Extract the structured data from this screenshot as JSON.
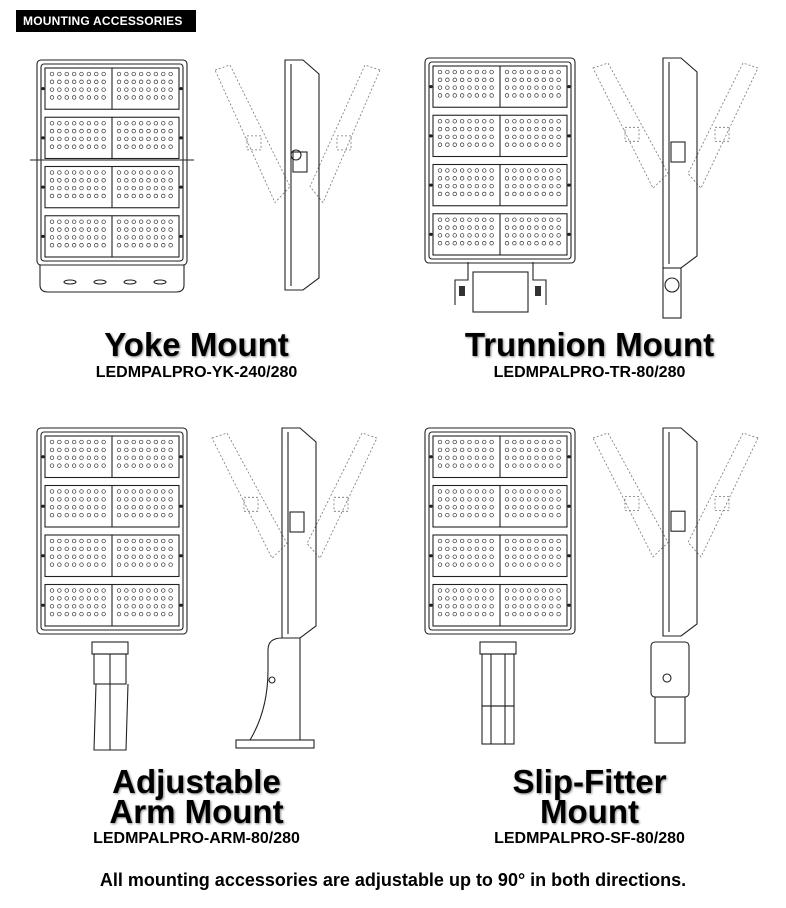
{
  "header": {
    "label": "MOUNTING ACCESSORIES"
  },
  "mounts": [
    {
      "title_lines": [
        "Yoke Mount"
      ],
      "code": "LEDMPALPRO-YK-240/280",
      "style": "yoke"
    },
    {
      "title_lines": [
        "Trunnion Mount"
      ],
      "code": "LEDMPALPRO-TR-80/280",
      "style": "trunnion"
    },
    {
      "title_lines": [
        "Adjustable",
        "Arm Mount"
      ],
      "code": "LEDMPALPRO-ARM-80/280",
      "style": "arm"
    },
    {
      "title_lines": [
        "Slip-Fitter",
        "Mount"
      ],
      "code": "LEDMPALPRO-SF-80/280",
      "style": "slipfitter"
    }
  ],
  "footer": {
    "text": "All mounting accessories are adjustable up to 90° in both directions."
  }
}
